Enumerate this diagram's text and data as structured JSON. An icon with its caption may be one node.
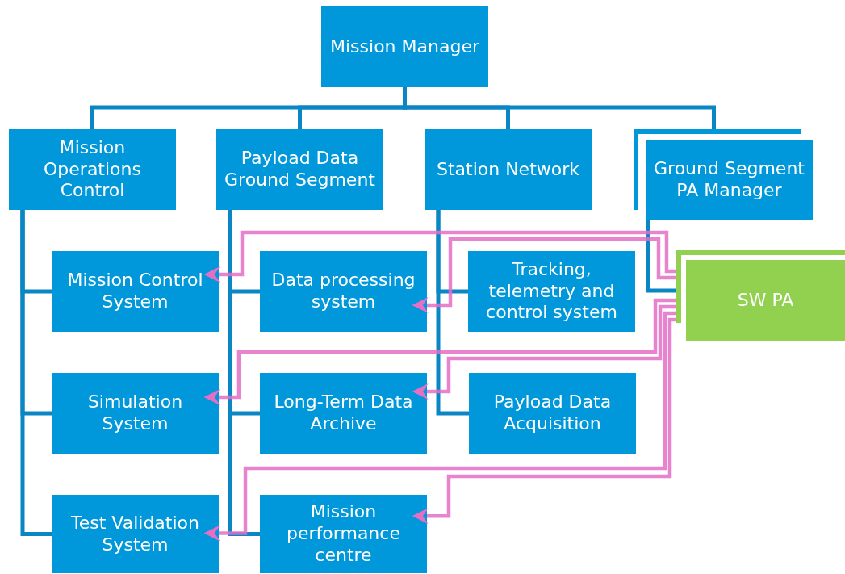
{
  "diagram": {
    "nodes": [
      {
        "text": [
          "Mission Manager"
        ]
      },
      {
        "text": [
          "Mission Operations Control"
        ]
      },
      {
        "text": [
          "Payload Data Ground Segment"
        ]
      },
      {
        "text": [
          "Station Network"
        ]
      },
      {
        "text": [
          "Ground Segment PA Manager"
        ]
      },
      {
        "text": [
          "Mission Control System"
        ]
      },
      {
        "text": [
          "Data processing system"
        ]
      },
      {
        "text": [
          "Tracking, telemetry and control system"
        ]
      },
      {
        "text": [
          "SW PA"
        ]
      },
      {
        "text": [
          "Simulation System"
        ]
      },
      {
        "text": [
          "Long-Term Data Archive"
        ]
      },
      {
        "text": [
          "Payload Data Acquisition"
        ]
      },
      {
        "text": [
          "Test Validation System"
        ]
      },
      {
        "text": [
          "Mission performance centre"
        ]
      }
    ],
    "edges": [
      {
        "from": 0,
        "to": 1,
        "arrow": "none"
      },
      {
        "from": 0,
        "to": 2,
        "arrow": "none"
      },
      {
        "from": 0,
        "to": 3,
        "arrow": "none"
      },
      {
        "from": 0,
        "to": 4,
        "arrow": "none"
      },
      {
        "from": 1,
        "to": 5,
        "arrow": "none"
      },
      {
        "from": 1,
        "to": 9,
        "arrow": "none"
      },
      {
        "from": 1,
        "to": 12,
        "arrow": "none"
      },
      {
        "from": 2,
        "to": 6,
        "arrow": "none"
      },
      {
        "from": 2,
        "to": 10,
        "arrow": "none"
      },
      {
        "from": 2,
        "to": 13,
        "arrow": "none"
      },
      {
        "from": 3,
        "to": 7,
        "arrow": "none"
      },
      {
        "from": 3,
        "to": 11,
        "arrow": "none"
      },
      {
        "from": 4,
        "to": 8,
        "arrow": "none"
      },
      {
        "from": 8,
        "to": 5,
        "arrow": "to",
        "color": "#e46fc4"
      },
      {
        "from": 8,
        "to": 6,
        "arrow": "to",
        "color": "#e46fc4"
      },
      {
        "from": 8,
        "to": 9,
        "arrow": "to",
        "color": "#e46fc4"
      },
      {
        "from": 8,
        "to": 10,
        "arrow": "to",
        "color": "#e46fc4"
      },
      {
        "from": 8,
        "to": 12,
        "arrow": "to",
        "color": "#e46fc4"
      },
      {
        "from": 8,
        "to": 13,
        "arrow": "to",
        "color": "#e46fc4"
      }
    ]
  }
}
